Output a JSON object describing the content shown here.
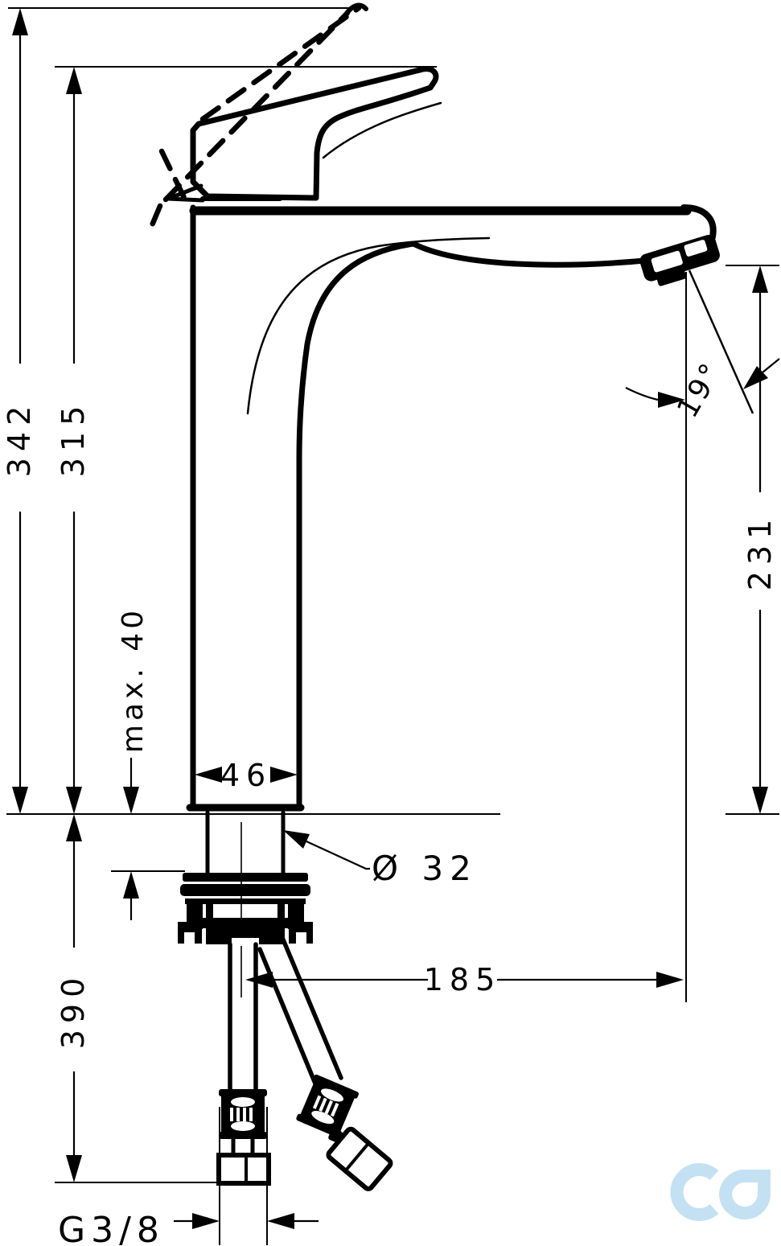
{
  "drawing": {
    "background": "#ffffff",
    "line_color": "#000000"
  },
  "labels": {
    "height_overall": "342",
    "height_body": "315",
    "max_mounting_thickness": "max. 40",
    "body_width": "46",
    "hole_diameter": "Ø 32",
    "spout_outlet_height": "231",
    "outlet_angle": "19°",
    "spout_reach": "185",
    "hose_length": "390",
    "connection_thread": "G3/8"
  },
  "icons": {
    "watermark": {
      "name": "brand-watermark-cd",
      "color": "#c4e0f3"
    }
  }
}
